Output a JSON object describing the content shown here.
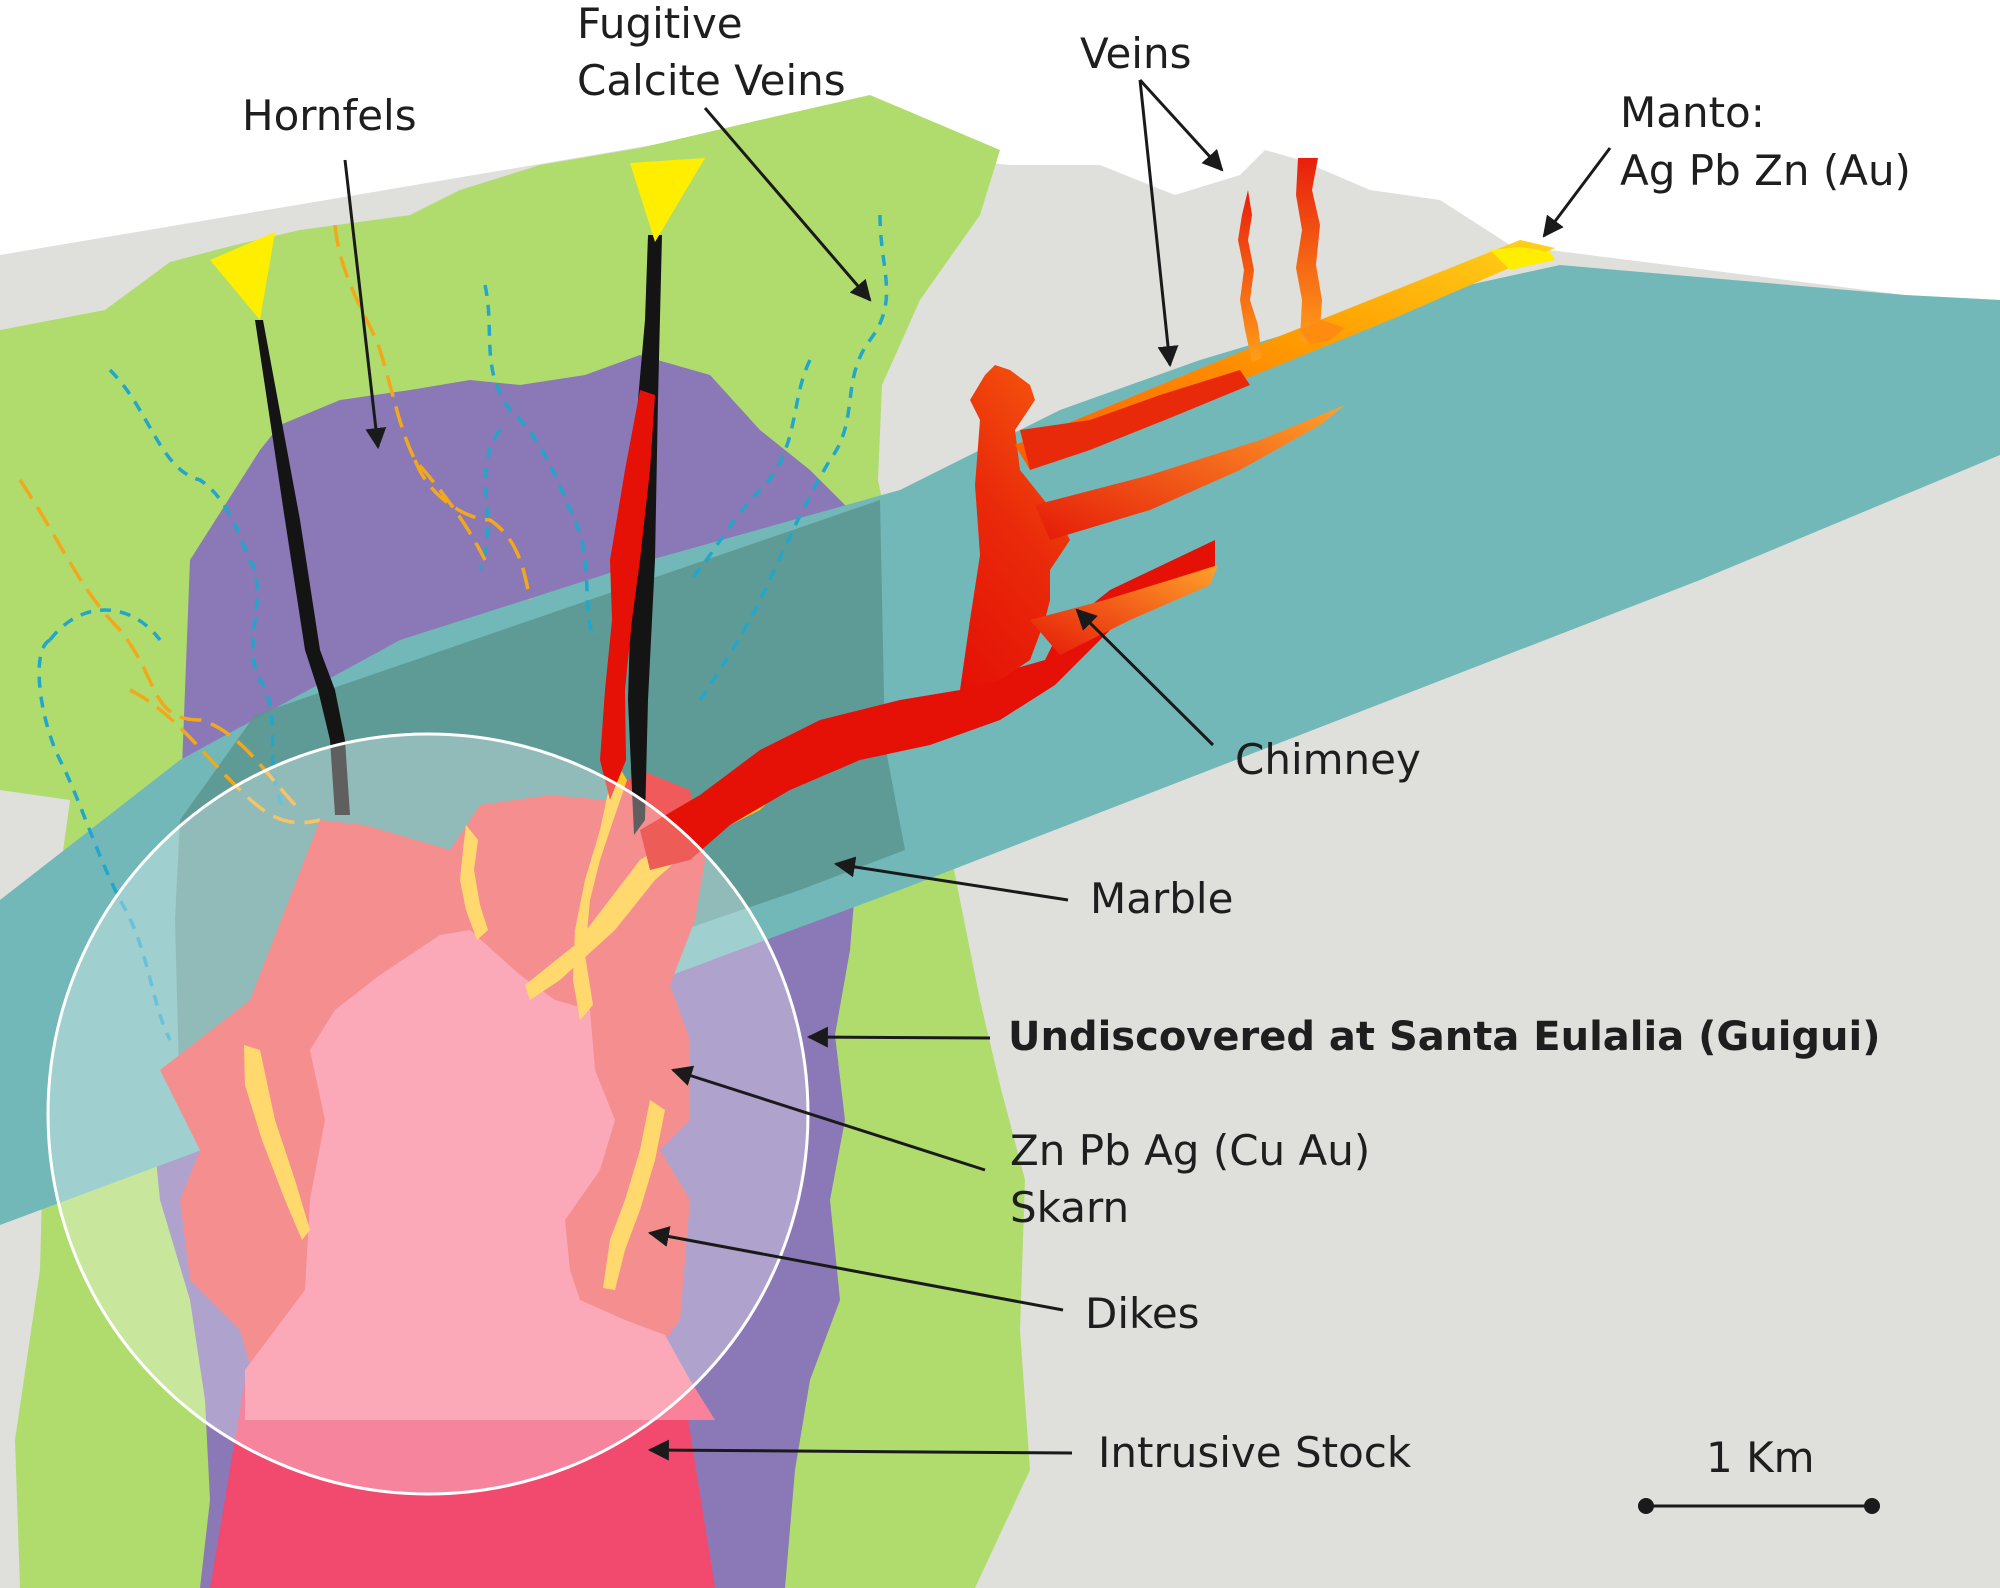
{
  "labels": {
    "hornfels": "Hornfels",
    "fugitive_line1": "Fugitive",
    "fugitive_line2": "Calcite Veins",
    "veins": "Veins",
    "manto_line1": "Manto:",
    "manto_line2": "Ag Pb Zn (Au)",
    "chimney": "Chimney",
    "marble": "Marble",
    "undiscovered": "Undiscovered at Santa Eulalia (Guigui)",
    "skarn_line1": "Zn  Pb Ag (Cu Au)",
    "skarn_line2": "Skarn",
    "dikes": "Dikes",
    "intrusive": "Intrusive Stock"
  },
  "scale_bar": {
    "label": "1 Km"
  },
  "colors": {
    "limestone": "#dfdfdb",
    "hornfels_outer": "#b0dc6e",
    "hornfels_inner": "#8a78b7",
    "marble": "#72b8b8",
    "skarn": "#f05a5a",
    "intrusive": "#f98199",
    "intrusive_deep": "#f24a6e",
    "dike": "#ffc82a",
    "gossan": "#ffee00",
    "chimney": "#e8180a",
    "manto": "#ffa000",
    "fugitive_vein": "#22a6c9",
    "hornfels_vein": "#f2a81d"
  }
}
